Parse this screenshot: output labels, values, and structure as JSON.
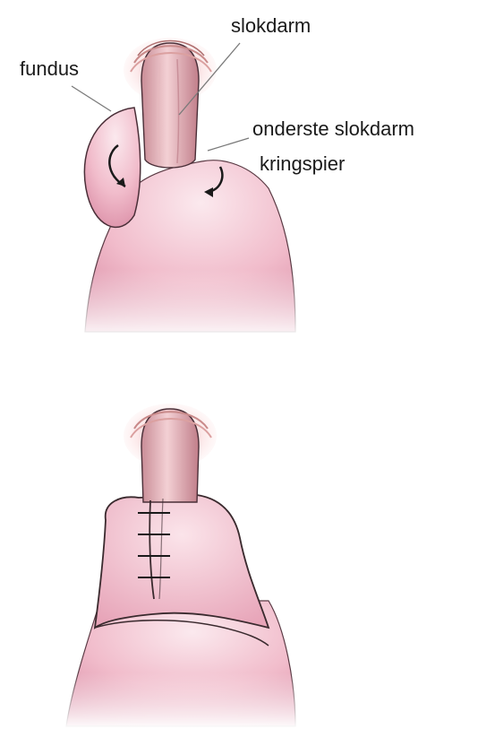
{
  "labels": {
    "fundus": "fundus",
    "esophagus": "slokdarm",
    "les_line1": "onderste slokdarm",
    "les_line2": "kringspier"
  },
  "colors": {
    "tissue": "#f3c3cf",
    "tissue_shade": "#d98ba3",
    "outline": "#3a2a2e",
    "esophagus": "#e7b0b8",
    "pointer_line": "#7a7a7a"
  }
}
